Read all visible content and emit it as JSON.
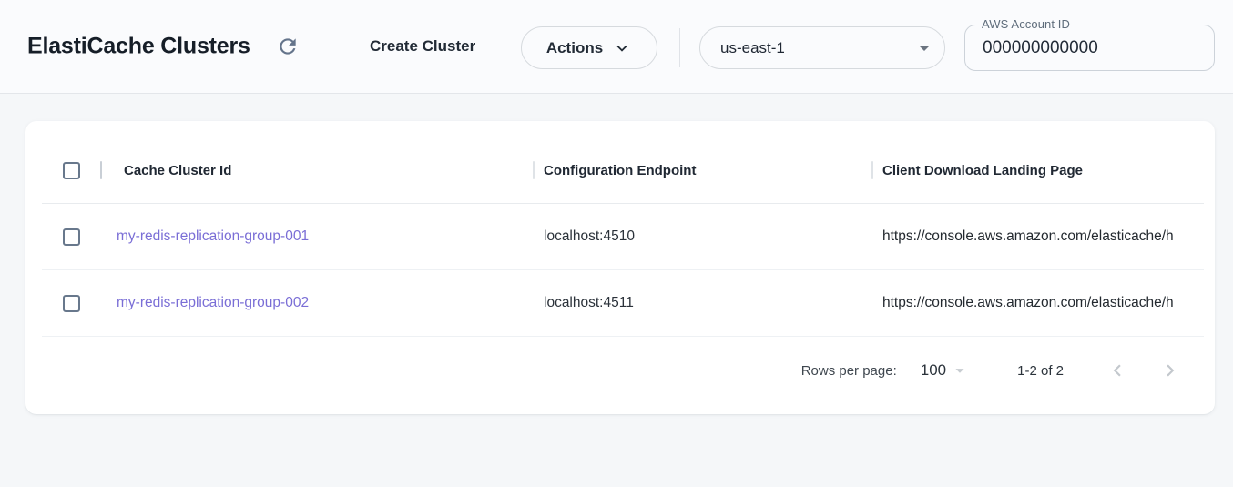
{
  "header": {
    "title": "ElastiCache Clusters",
    "create_cluster_label": "Create Cluster",
    "actions_label": "Actions",
    "region": {
      "selected": "us-east-1"
    },
    "account_field": {
      "label": "AWS Account ID",
      "value": "000000000000"
    }
  },
  "table": {
    "columns": [
      "Cache Cluster Id",
      "Configuration Endpoint",
      "Client Download Landing Page"
    ],
    "rows": [
      {
        "cache_cluster_id": "my-redis-replication-group-001",
        "configuration_endpoint": "localhost:4510",
        "client_download_landing_page": "https://console.aws.amazon.com/elasticache/h"
      },
      {
        "cache_cluster_id": "my-redis-replication-group-002",
        "configuration_endpoint": "localhost:4511",
        "client_download_landing_page": "https://console.aws.amazon.com/elasticache/h"
      }
    ],
    "footer": {
      "rows_per_page_label": "Rows per page:",
      "rows_per_page_value": "100",
      "range_label": "1-2 of 2"
    }
  },
  "colors": {
    "link": "#7a6ed6",
    "icon_gray": "#64748b",
    "disabled_chevron": "#c3c8cd"
  }
}
